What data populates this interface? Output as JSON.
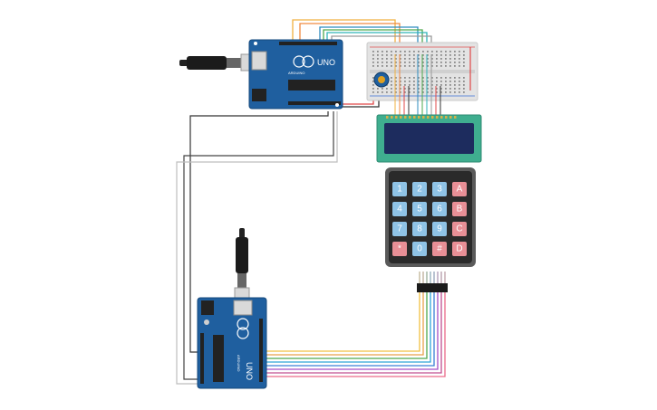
{
  "arduino_top": {
    "model_label": "UNO",
    "brand_label": "ARDUINO"
  },
  "arduino_bottom": {
    "model_label": "UNO",
    "brand_label": "ARDUINO"
  },
  "keypad": {
    "keys": [
      "1",
      "2",
      "3",
      "A",
      "4",
      "5",
      "6",
      "B",
      "7",
      "8",
      "9",
      "C",
      "*",
      "0",
      "#",
      "D"
    ],
    "key_colors": {
      "number": "#8fc3e6",
      "letter": "#e88f96",
      "symbol": "#e88f96"
    }
  },
  "colors": {
    "arduino_board": "#1f5f9f",
    "lcd_frame": "#3fae8f",
    "lcd_screen": "#1d2c5e",
    "keypad_body": "#2a2a2a",
    "breadboard": "#e3e3e3"
  },
  "wires": {
    "palette": [
      "#f0b040",
      "#e6a14b",
      "#2f8cbf",
      "#4ea84e",
      "#a34fc6",
      "#ec6a8a",
      "#7a3f1f",
      "#333333"
    ]
  }
}
